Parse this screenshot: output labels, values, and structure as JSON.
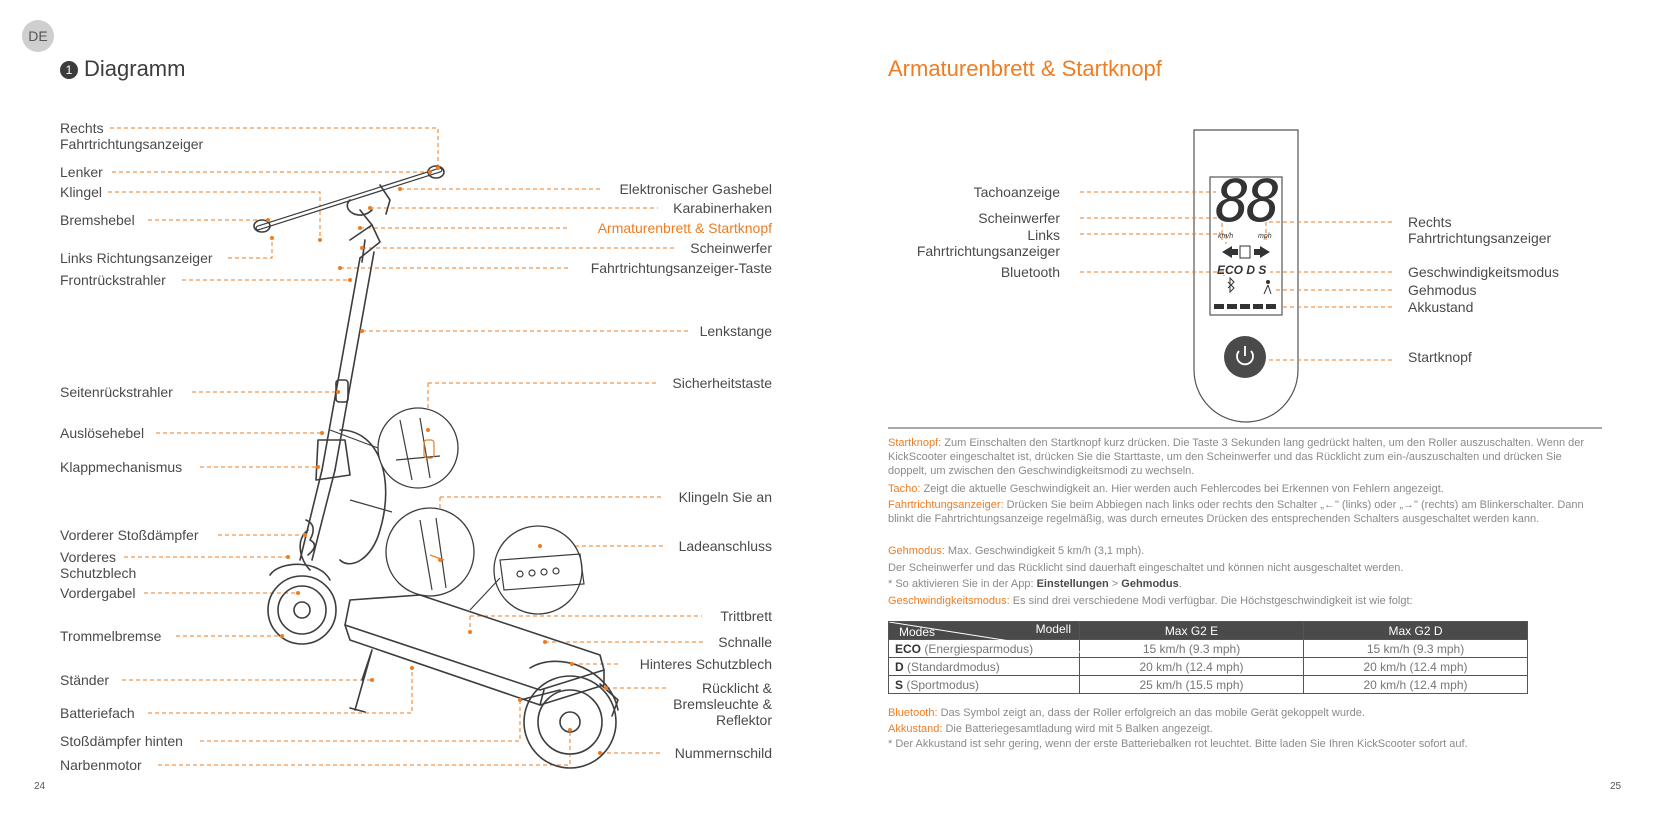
{
  "lang_badge": "DE",
  "left": {
    "section_number": "1",
    "title": "Diagramm",
    "labels_left": [
      {
        "id": "rechts-fahrtrichtung-1",
        "line1": "Rechts",
        "line2": "Fahrtrichtungsanzeiger"
      },
      {
        "id": "lenker",
        "line1": "Lenker"
      },
      {
        "id": "klingel",
        "line1": "Klingel"
      },
      {
        "id": "bremshebel",
        "line1": "Bremshebel"
      },
      {
        "id": "links-richtungsanzeiger",
        "line1": "Links Richtungsanzeiger"
      },
      {
        "id": "frontrueckstrahler",
        "line1": "Frontrückstrahler"
      },
      {
        "id": "seitenrueckstrahler",
        "line1": "Seitenrückstrahler"
      },
      {
        "id": "ausloesehebel",
        "line1": "Auslösehebel"
      },
      {
        "id": "klappmechanismus",
        "line1": "Klappmechanismus"
      },
      {
        "id": "vorderer-stossdaempfer",
        "line1": "Vorderer Stoßdämpfer"
      },
      {
        "id": "vorderes-schutzblech",
        "line1": "Vorderes",
        "line2": "Schutzblech"
      },
      {
        "id": "vordergabel",
        "line1": "Vordergabel"
      },
      {
        "id": "trommelbremse",
        "line1": "Trommelbremse"
      },
      {
        "id": "staender",
        "line1": "Ständer"
      },
      {
        "id": "batteriefach",
        "line1": "Batteriefach"
      },
      {
        "id": "stossdaempfer-hinten",
        "line1": "Stoßdämpfer hinten"
      },
      {
        "id": "narbenmotor",
        "line1": "Narbenmotor"
      }
    ],
    "labels_right": [
      {
        "id": "gashebel",
        "line1": "Elektronischer Gashebel"
      },
      {
        "id": "karabinerhaken",
        "line1": "Karabinerhaken"
      },
      {
        "id": "armaturenbrett",
        "line1": "Armaturenbrett & Startknopf",
        "highlight": true
      },
      {
        "id": "scheinwerfer",
        "line1": "Scheinwerfer"
      },
      {
        "id": "fahrtrichtung-taste",
        "line1": "Fahrtrichtungsanzeiger-Taste"
      },
      {
        "id": "lenkstange",
        "line1": "Lenkstange"
      },
      {
        "id": "sicherheitstaste",
        "line1": "Sicherheitstaste"
      },
      {
        "id": "klingeln",
        "line1": "Klingeln Sie an"
      },
      {
        "id": "ladeanschluss",
        "line1": "Ladeanschluss"
      },
      {
        "id": "trittbrett",
        "line1": "Trittbrett"
      },
      {
        "id": "schnalle",
        "line1": "Schnalle"
      },
      {
        "id": "hinteres-schutzblech",
        "line1": "Hinteres Schutzblech"
      },
      {
        "id": "ruecklicht",
        "line1": "Rücklicht &",
        "line2": "Bremsleuchte &",
        "line3": "Reflektor"
      },
      {
        "id": "nummernschild",
        "line1": "Nummernschild"
      }
    ],
    "page_number": "24"
  },
  "right": {
    "title": "Armaturenbrett & Startknopf",
    "display_digits": "88",
    "unit_kmh": "km/h",
    "unit_mph": "mph",
    "mode_letters": "ECO D S",
    "labels_left": [
      {
        "id": "tachoanzeige",
        "line1": "Tachoanzeige"
      },
      {
        "id": "scheinwerfer",
        "line1": "Scheinwerfer"
      },
      {
        "id": "links-fahrtrichtung",
        "line1": "Links",
        "line2": "Fahrtrichtungsanzeiger"
      },
      {
        "id": "bluetooth",
        "line1": "Bluetooth"
      }
    ],
    "labels_right": [
      {
        "id": "rechts-fahrtrichtung",
        "line1": "Rechts",
        "line2": "Fahrtrichtungsanzeiger"
      },
      {
        "id": "geschwindigkeitsmodus",
        "line1": "Geschwindigkeitsmodus"
      },
      {
        "id": "gehmodus",
        "line1": "Gehmodus"
      },
      {
        "id": "akkustand",
        "line1": "Akkustand"
      },
      {
        "id": "startknopf",
        "line1": "Startknopf"
      }
    ],
    "descriptions": {
      "startknopf_key": "Startknopf:",
      "startknopf_text": " Zum Einschalten den Startknopf kurz drücken. Die Taste 3 Sekunden lang gedrückt halten, um den Roller auszuschalten. Wenn der KickScooter eingeschaltet ist, drücken Sie die Starttaste, um den Scheinwerfer und das Rücklicht zum ein-/auszuschalten und drücken Sie doppelt, um zwischen den Geschwindigkeitsmodi zu wechseln.",
      "tacho_key": "Tacho:",
      "tacho_text": " Zeigt die aktuelle Geschwindigkeit an. Hier werden auch Fehlercodes bei Erkennen von Fehlern angezeigt.",
      "fahrt_key": "Fahrtrichtungsanzeiger:",
      "fahrt_text": " Drücken Sie beim Abbiegen nach links oder rechts den Schalter „←\" (links) oder „→\" (rechts) am Blinkerschalter. Dann blinkt die Fahrtrichtungsanzeige regelmäßig, was durch erneutes Drücken des entsprechenden Schalters ausgeschaltet werden kann.",
      "gehmodus_key": "Gehmodus:",
      "gehmodus_text": " Max. Geschwindigkeit 5 km/h (3,1 mph).",
      "licht_text": "Der Scheinwerfer und das Rücklicht sind dauerhaft eingeschaltet und können nicht ausgeschaltet werden.",
      "app_prefix": "* So aktivieren Sie in der App: ",
      "app_settings": "Einstellungen",
      "app_sep": " > ",
      "app_mode": "Gehmodus",
      "app_end": ".",
      "gesch_key": "Geschwindigkeitsmodus:",
      "gesch_text": " Es sind drei verschiedene Modi verfügbar. Die Höchstgeschwindigkeit ist wie folgt:",
      "bt_key": "Bluetooth:",
      "bt_text": " Das Symbol zeigt an, dass der Roller erfolgreich an das mobile Gerät gekoppelt wurde.",
      "akku_key": "Akkustand:",
      "akku_text": " Die Batteriegesamtladung wird mit 5 Balken angezeigt.",
      "akku_note": "* Der Akkustand ist sehr gering, wenn der erste Batteriebalken rot leuchtet. Bitte laden Sie Ihren KickScooter sofort auf."
    },
    "table": {
      "corner_top": "Modell",
      "corner_bottom": "Modes",
      "col1": "Max G2 E",
      "col2": "Max G2 D",
      "rows": [
        {
          "mode_bold": "ECO",
          "mode_rest": " (Energiesparmodus)",
          "v1": "15 km/h (9.3 mph)",
          "v2": "15 km/h (9.3 mph)"
        },
        {
          "mode_bold": "D",
          "mode_rest": " (Standardmodus)",
          "v1": "20 km/h (12.4 mph)",
          "v2": "20 km/h (12.4 mph)"
        },
        {
          "mode_bold": "S",
          "mode_rest": " (Sportmodus)",
          "v1": "25 km/h (15.5 mph)",
          "v2": "20 km/h (12.4 mph)"
        }
      ]
    },
    "page_number": "25"
  },
  "colors": {
    "accent": "#ee7d22",
    "text": "#4a4a4a",
    "table_header": "#4a4a4a"
  }
}
